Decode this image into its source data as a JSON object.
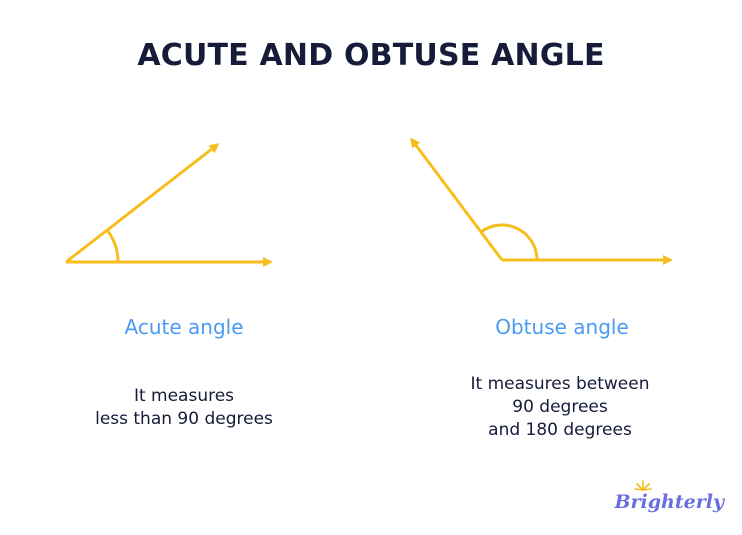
{
  "title": "ACUTE AND OBTUSE ANGLE",
  "acute": {
    "label": "Acute angle",
    "description": [
      "It measures",
      "less than 90 degrees"
    ]
  },
  "obtuse": {
    "label": "Obtuse angle",
    "description": [
      "It measures between",
      "90 degrees",
      "and 180 degrees"
    ]
  },
  "brand": "Brighterly",
  "colors": {
    "ray": "#f6bd1e",
    "label": "#4a9bf1",
    "text": "#161b3a",
    "brand": "#6a6fe0"
  }
}
